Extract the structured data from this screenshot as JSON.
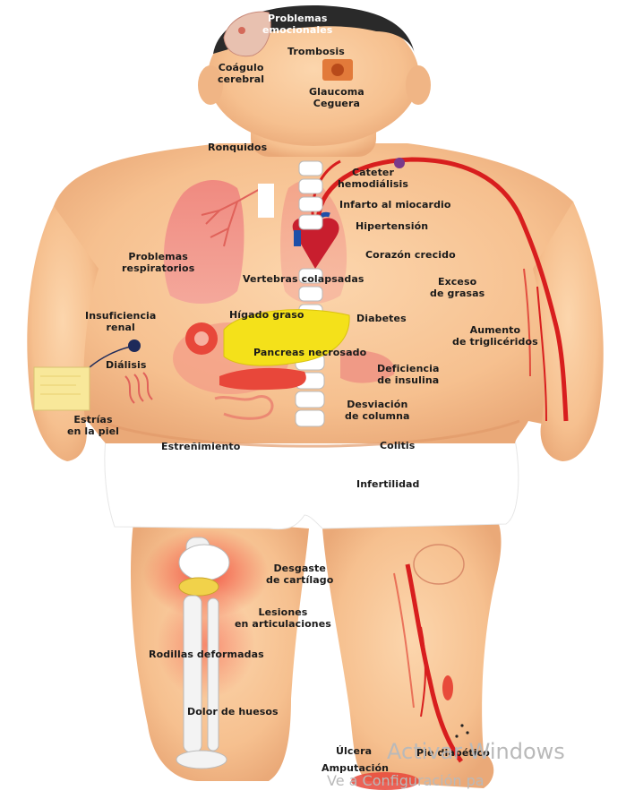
{
  "labels": {
    "problemas_emocionales": "Problemas\nemocionales",
    "trombosis": "Trombosis",
    "coagulo_cerebral": "Coágulo\ncerebral",
    "glaucoma_ceguera": "Glaucoma\nCeguera",
    "ronquidos": "Ronquidos",
    "cateter_hemodialisis": "Cateter\nhemodiálisis",
    "infarto_miocardio": "Infarto al miocardio",
    "hipertension": "Hipertensión",
    "problemas_respiratorios": "Problemas\nrespiratorios",
    "corazon_crecido": "Corazón crecido",
    "vertebras_colapsadas": "Vertebras colapsadas",
    "exceso_grasas": "Exceso\nde grasas",
    "insuficiencia_renal": "Insuficiencia\nrenal",
    "higado_graso": "Hígado graso",
    "diabetes": "Diabetes",
    "aumento_trigliceridos": "Aumento\nde triglicéridos",
    "dialisis": "Diálisis",
    "pancreas_necrosado": "Pancreas necrosado",
    "deficiencia_insulina": "Deficiencia\nde insulina",
    "desviacion_columna": "Desviación\nde columna",
    "estrias_piel": "Estrías\nen la piel",
    "estrenimiento": "Estreñimiento",
    "colitis": "Colitis",
    "infertilidad": "Infertilidad",
    "desgaste_cartilago": "Desgaste\nde cartílago",
    "lesiones_articulaciones": "Lesiones\nen articulaciones",
    "rodillas_deformadas": "Rodillas deformadas",
    "dolor_huesos": "Dolor de huesos",
    "ulcera": "Úlcera",
    "pie_diabetico": "Pie diabético",
    "amputacion": "Amputación"
  },
  "watermark": {
    "line1": "Activar Windows",
    "line2": "Ve a Configuración pa"
  },
  "colors": {
    "skin": "#f8c99a",
    "skin_shadow": "#eaa978",
    "hair": "#2a2a2a",
    "underwear": "#ffffff",
    "artery": "#d81e1e",
    "organ_red": "#e8473a",
    "liver_yellow": "#f4e11a"
  }
}
